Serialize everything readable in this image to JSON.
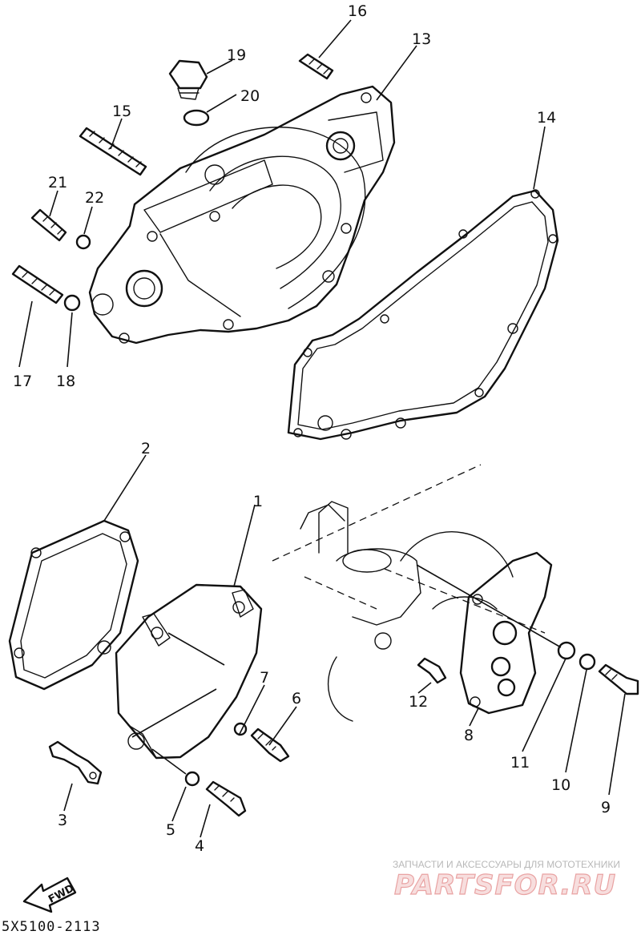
{
  "diagram_code": "5X5100-2113",
  "fwd_label": "FWD",
  "callouts": [
    "1",
    "2",
    "3",
    "4",
    "5",
    "6",
    "7",
    "8",
    "9",
    "10",
    "11",
    "12",
    "13",
    "14",
    "15",
    "16",
    "17",
    "18",
    "19",
    "20",
    "21",
    "22"
  ],
  "watermark": {
    "caption": "ЗАПЧАСТИ И АКСЕССУАРЫ ДЛЯ МОТОТЕХНИКИ",
    "logo_text": "PARTSFOR.RU"
  }
}
